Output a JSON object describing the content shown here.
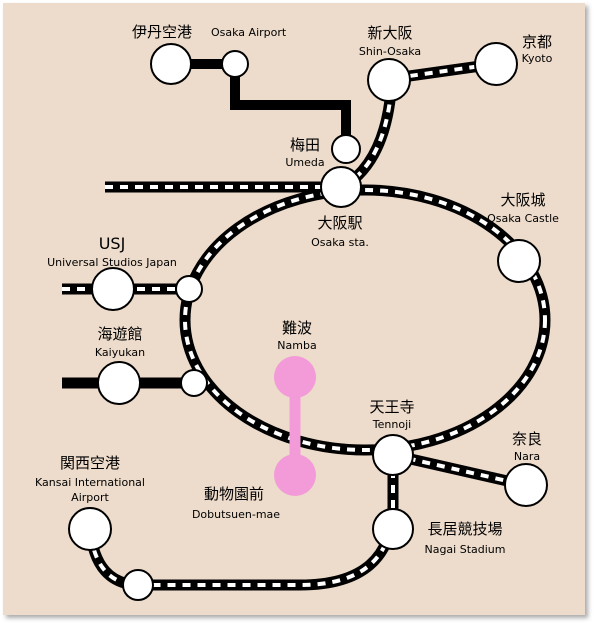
{
  "colors": {
    "background": "#EDDCCB",
    "rail": "#000000",
    "rail_ties": "#ffffff",
    "airport_line": "#000000",
    "namba_line": "#F29BD8",
    "station_fill": "#ffffff"
  },
  "stations": {
    "osaka_airport": {
      "jp": "伊丹空港",
      "en": "Osaka Airport"
    },
    "shin_osaka": {
      "jp": "新大阪",
      "en": "Shin-Osaka"
    },
    "kyoto": {
      "jp": "京都",
      "en": "Kyoto"
    },
    "umeda": {
      "jp": "梅田",
      "en": "Umeda"
    },
    "osaka_sta": {
      "jp": "大阪駅",
      "en": "Osaka sta."
    },
    "osaka_castle": {
      "jp": "大阪城",
      "en": "Osaka Castle"
    },
    "usj": {
      "jp": "USJ",
      "en": "Universal Studios Japan"
    },
    "kaiyukan": {
      "jp": "海遊館",
      "en": "Kaiyukan"
    },
    "namba": {
      "jp": "難波",
      "en": "Namba"
    },
    "tennoji": {
      "jp": "天王寺",
      "en": "Tennoji"
    },
    "nara": {
      "jp": "奈良",
      "en": "Nara"
    },
    "kansai_airport": {
      "jp": "関西空港",
      "en_line1": "Kansai International",
      "en_line2": "Airport"
    },
    "dobutsuen_mae": {
      "jp": "動物園前",
      "en": "Dobutsuen-mae"
    },
    "nagai_stadium": {
      "jp": "長居競技場",
      "en": "Nagai Stadium"
    }
  }
}
